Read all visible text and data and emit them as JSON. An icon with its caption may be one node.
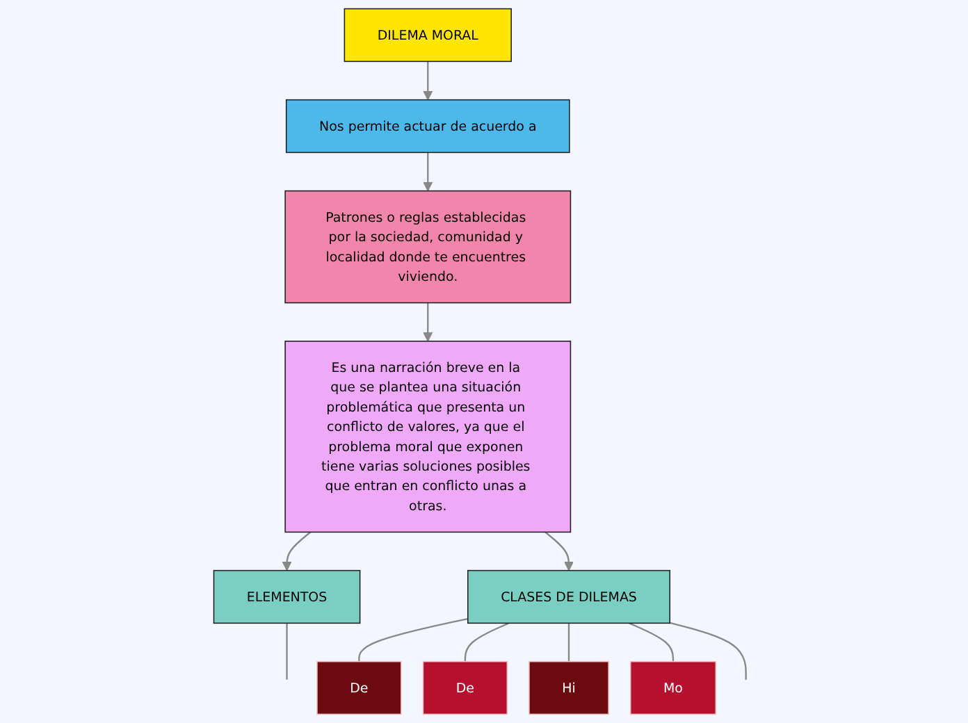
{
  "diagram": {
    "nodes": [
      {
        "text": [
          "DILEMA MORAL"
        ]
      },
      {
        "text": [
          "Nos permite actuar de acuerdo a"
        ]
      },
      {
        "text": [
          "Patrones o reglas establecidas por la sociedad, comunidad y localidad donde te encuentres viviendo."
        ]
      },
      {
        "text": [
          "Es una narración breve en la que se plantea una situación problemática que presenta un conflicto de valores, ya que el problema moral que exponen tiene varias soluciones posibles que entran en conflicto unas a otras."
        ]
      },
      {
        "text": [
          "ELEMENTOS"
        ]
      },
      {
        "text": [
          "CLASES DE DILEMAS"
        ]
      },
      {
        "text": [
          "De"
        ]
      },
      {
        "text": [
          "De"
        ]
      },
      {
        "text": [
          "Hi"
        ]
      },
      {
        "text": [
          "Mo"
        ]
      }
    ],
    "edges": [
      {
        "from": 0,
        "to": 1,
        "arrow": "to"
      },
      {
        "from": 1,
        "to": 2,
        "arrow": "to"
      },
      {
        "from": 2,
        "to": 3,
        "arrow": "to"
      },
      {
        "from": 3,
        "to": 4,
        "arrow": "to"
      },
      {
        "from": 3,
        "to": 5,
        "arrow": "to"
      },
      {
        "from": 5,
        "to": 6,
        "arrow": "none"
      },
      {
        "from": 5,
        "to": 7,
        "arrow": "none"
      },
      {
        "from": 5,
        "to": 8,
        "arrow": "none"
      },
      {
        "from": 5,
        "to": 9,
        "arrow": "none"
      },
      {
        "from": 4,
        "to": null,
        "arrow": "none"
      },
      {
        "from": 5,
        "to": null,
        "arrow": "none"
      }
    ]
  }
}
